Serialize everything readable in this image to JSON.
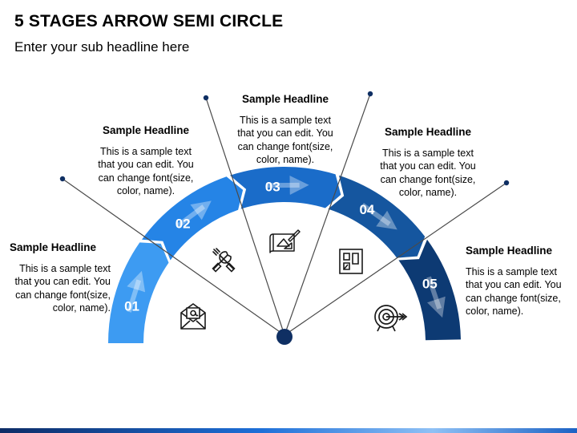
{
  "title": "5 STAGES ARROW SEMI CIRCLE",
  "subtitle": "Enter your sub headline here",
  "stages": [
    {
      "number": "01",
      "headline": "Sample Headline",
      "text": "This is a sample text that you can edit. You can change font(size, color, name).",
      "color": "#3d9bf2",
      "icon": "email-icon"
    },
    {
      "number": "02",
      "headline": "Sample Headline",
      "text": "This is a sample text that you can edit. You can change font(size, color, name).",
      "color": "#2584e6",
      "icon": "tools-icon"
    },
    {
      "number": "03",
      "headline": "Sample Headline",
      "text": "This is a sample text that you can edit. You can change font(size, color, name).",
      "color": "#1a6cc9",
      "icon": "blueprint-icon"
    },
    {
      "number": "04",
      "headline": "Sample Headline",
      "text": "This is a sample text that you can edit. You can change font(size, color, name).",
      "color": "#15569f",
      "icon": "floorplan-icon"
    },
    {
      "number": "05",
      "headline": "Sample Headline",
      "text": "This is a sample text that you can edit. You can change font(size, color, name).",
      "color": "#0d3a73",
      "icon": "target-icon"
    }
  ],
  "colors": {
    "line": "#4a4a4a",
    "hub": "#0f2f63",
    "outline": "#1a1a1a"
  }
}
